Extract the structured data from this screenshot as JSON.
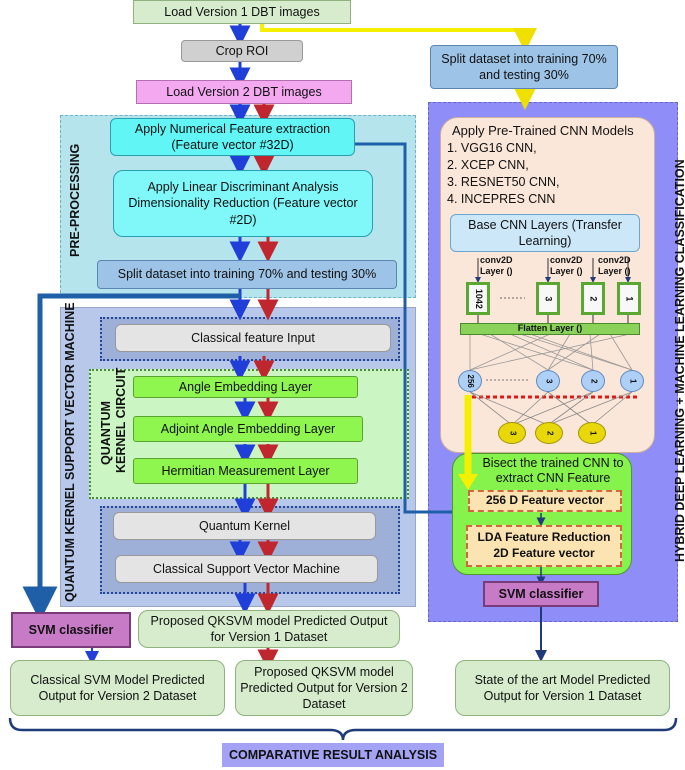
{
  "top": {
    "load_v1": "Load Version 1 DBT images",
    "crop": "Crop ROI",
    "load_v2": "Load Version 2 DBT images",
    "split_right": "Split dataset into training 70% and testing 30%"
  },
  "preprocessing": {
    "label": "PRE-PROCESSING",
    "numerical": "Apply Numerical Feature extraction (Feature vector #32D)",
    "lda": "Apply Linear Discriminant Analysis Dimensionality Reduction (Feature vector #2D)",
    "split": "Split dataset into training 70% and testing 30%"
  },
  "qksvm": {
    "label": "QUANTUM KERNEL SUPPORT VECTOR MACHINE",
    "classical_input": "Classical feature Input",
    "circuit_label_1": "QUANTUM",
    "circuit_label_2": "KERNEL CIRCUIT",
    "angle": "Angle Embedding Layer",
    "adjoint": "Adjoint Angle Embedding Layer",
    "hermitian": "Hermitian Measurement Layer",
    "kernel": "Quantum Kernel",
    "csvm": "Classical Support Vector Machine"
  },
  "hybrid": {
    "label": "HYBRID DEEP LEARNING + MACHINE LEARNING CLASSIFICATION",
    "cnn_title": "Apply Pre-Trained CNN Models",
    "cnn_models": [
      "1.   VGG16 CNN,",
      "2.   XCEP CNN,",
      "3.   RESNET50 CNN,",
      "4.   INCEPRES CNN"
    ],
    "base_layers": "Base CNN Layers (Transfer Learning)",
    "conv_label": "conv2D Layer ()",
    "filters": [
      "1042",
      "3",
      "2",
      "1"
    ],
    "dots": "---------",
    "flatten": "Flatten Layer ()",
    "dense": [
      "256",
      "3",
      "2",
      "1"
    ],
    "yellow_nodes": [
      "3",
      "2",
      "1"
    ],
    "bisect": "Bisect the trained CNN to extract CNN Feature vector",
    "feat256": "256 D Feature vector",
    "lda_feat": "LDA Feature Reduction 2D Feature vector",
    "svm": "SVM classifier"
  },
  "bottom": {
    "svm_left": "SVM classifier",
    "qksvm_v1": "Proposed QKSVM model Predicted Output for Version 1 Dataset",
    "classical_v2": "Classical SVM Model Predicted Output for Version 2 Dataset",
    "qksvm_v2": "Proposed QKSVM model Predicted Output for Version 2 Dataset",
    "sota_v1": "State of the art Model Predicted Output for Version 1 Dataset",
    "comparative": "COMPARATIVE RESULT ANALYSIS"
  },
  "colors": {
    "blue_arrow": "#1f3fd8",
    "red_arrow": "#c0262d",
    "yellow_path": "#f5f500",
    "dark_blue_path": "#1f5fa8"
  }
}
